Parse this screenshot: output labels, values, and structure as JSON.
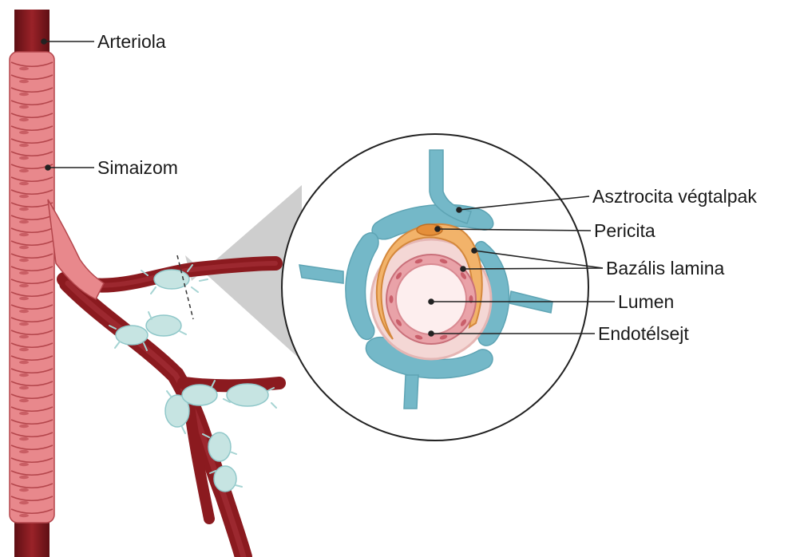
{
  "labels": {
    "arteriola": "Arteriola",
    "simaizom": "Simaizom",
    "asztrocita": "Asztrocita végtalpak",
    "pericita": "Pericita",
    "bazalis": "Bazális lamina",
    "lumen": "Lumen",
    "endotel": "Endotélsejt"
  },
  "colors": {
    "vessel": "#8b1a1f",
    "vessel_dark": "#5e0f14",
    "smooth_muscle": "#e8888c",
    "smooth_muscle_dark": "#b4464c",
    "astrocyte_endfeet": "#74b8c8",
    "astrocyte_cell": "#c6e4e2",
    "pericyte": "#f2b36a",
    "endothelium": "#e9a2a8",
    "lumen": "#fdeeee",
    "callout_wedge": "#c9c9c9"
  }
}
